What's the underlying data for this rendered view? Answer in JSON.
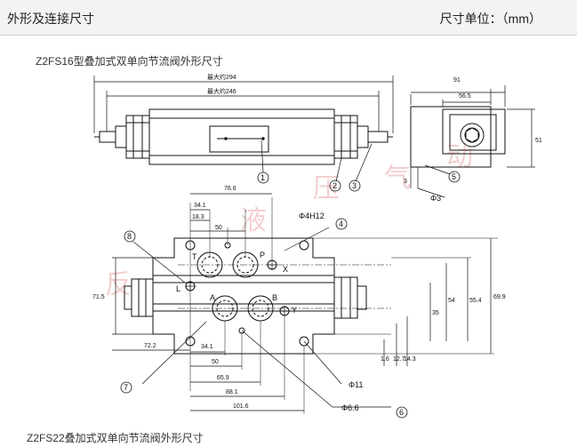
{
  "header": {
    "title": "外形及连接尺寸",
    "unit_label": "尺寸单位：（mm）"
  },
  "diagram1": {
    "caption": "Z2FS16型叠加式双单向节流阀外形尺寸",
    "dims": {
      "max_294": "最大约294",
      "max_246": "最大约246",
      "d91": "91",
      "d56_5": "56.5",
      "d51": "51",
      "d3": "3",
      "phi3": "Φ3"
    },
    "callouts": [
      "1",
      "2",
      "3",
      "5"
    ]
  },
  "diagram2": {
    "caption": "Z2FS22叠加式双单向节流阀外形尺寸",
    "dims": {
      "d76_6": "76.6",
      "d34_1_top": "34.1",
      "d18_3": "18.3",
      "d50_top": "50",
      "phi4h12": "Φ4H12",
      "d71_5": "71.5",
      "d72_2": "72.2",
      "d34_1_bot": "34.1",
      "d50_bot": "50",
      "d65_9": "65.9",
      "d88_1": "88.1",
      "d101_6": "101.6",
      "phi11": "Φ11",
      "phi6_6": "Φ6.6",
      "d1_6": "1.6",
      "d12_7": "12.7",
      "d14_3": "14.3",
      "d35": "35",
      "d54": "54",
      "d55_4": "55.4",
      "d69_9": "69.9"
    },
    "ports": {
      "T": "T",
      "P": "P",
      "X": "X",
      "L": "L",
      "A": "A",
      "B": "B",
      "Y": "Y"
    },
    "callouts": [
      "4",
      "6",
      "7",
      "8"
    ]
  },
  "watermark": [
    "反",
    "液",
    "压",
    "气",
    "动"
  ]
}
